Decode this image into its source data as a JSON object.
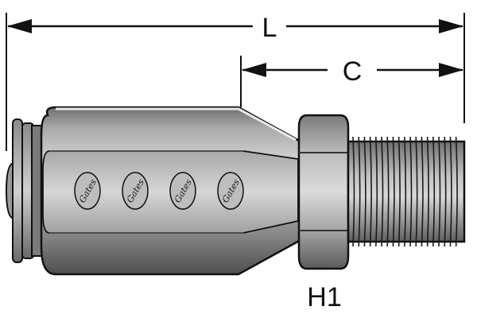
{
  "diagram": {
    "dimensions": {
      "overall_length": "L",
      "cut_off_length": "C",
      "hex_size": "H1"
    },
    "logos": [
      "Gates",
      "Gates",
      "Gates",
      "Gates"
    ],
    "colors": {
      "line": "#111111",
      "body_dark": "#5c5c5c",
      "body_mid": "#9a9a9a",
      "body_light": "#c9c9c9",
      "highlight": "#e6e6e6"
    }
  }
}
